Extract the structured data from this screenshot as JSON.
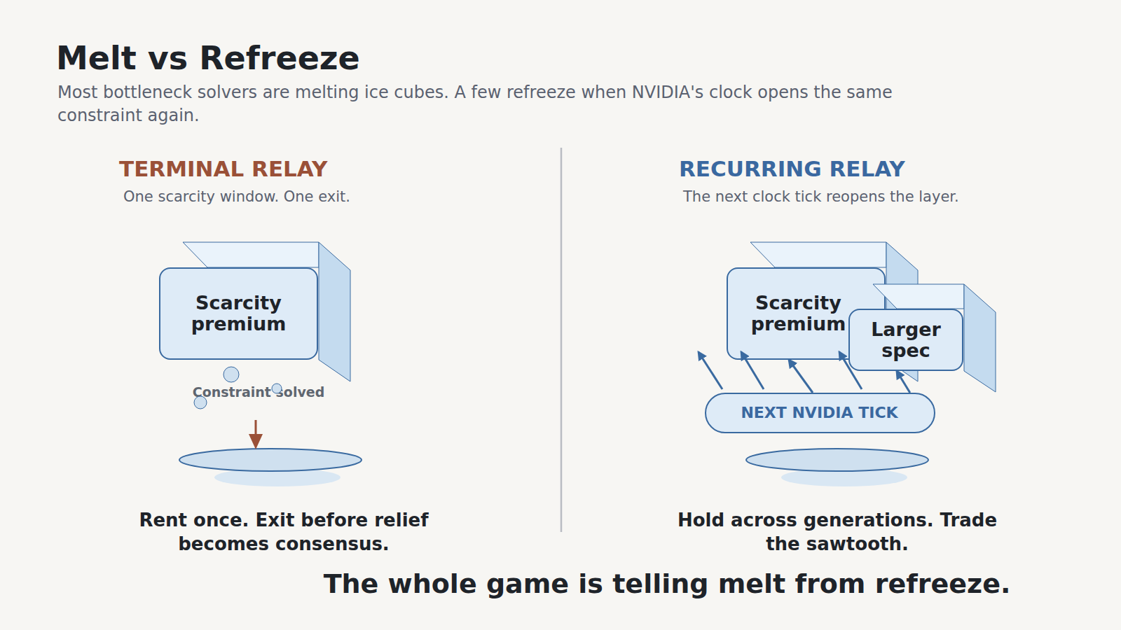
{
  "diagram": {
    "title": "Melt vs Refreeze",
    "caption": "Most bottleneck solvers are melting ice cubes. A few refreeze when NVIDIA's clock opens the same constraint again.",
    "nodes": [
      {
        "text": [
          "Scarcity premium"
        ]
      },
      {
        "text": [
          "Scarcity premium"
        ]
      },
      {
        "text": [
          "Larger spec"
        ]
      },
      {
        "text": [
          "NEXT NVIDIA TICK"
        ]
      }
    ],
    "edges": [
      {
        "from": 3,
        "to": 1,
        "arrow": "to"
      },
      {
        "from": 3,
        "to": 2,
        "arrow": "to"
      }
    ],
    "labels": [
      "TERMINAL RELAY",
      "One scarcity window. One exit.",
      "Constraint solved",
      "Rent once. Exit before relief becomes consensus.",
      "RECURRING RELAY",
      "The next clock tick reopens the layer.",
      "Hold across generations. Trade the sawtooth.",
      "The whole game is telling melt from refreeze."
    ]
  }
}
